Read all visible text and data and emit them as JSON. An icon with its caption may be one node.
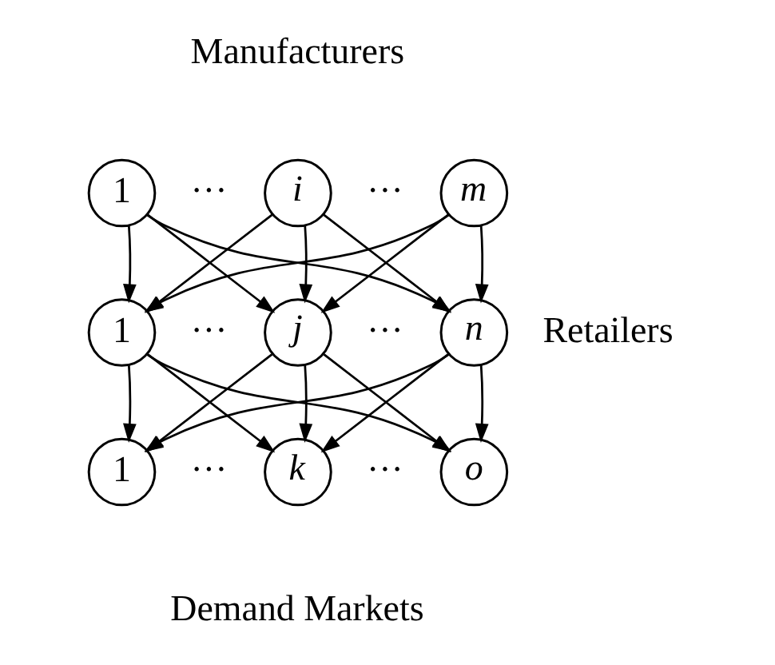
{
  "diagram": {
    "nodes": [
      {
        "text": [
          "1"
        ]
      },
      {
        "text": [
          "i"
        ]
      },
      {
        "text": [
          "m"
        ]
      },
      {
        "text": [
          "1"
        ]
      },
      {
        "text": [
          "j"
        ]
      },
      {
        "text": [
          "n"
        ]
      },
      {
        "text": [
          "1"
        ]
      },
      {
        "text": [
          "k"
        ]
      },
      {
        "text": [
          "o"
        ]
      }
    ],
    "edges": [
      {
        "from": 0,
        "to": 3,
        "arrow": "to"
      },
      {
        "from": 0,
        "to": 4,
        "arrow": "to"
      },
      {
        "from": 0,
        "to": 5,
        "arrow": "to"
      },
      {
        "from": 1,
        "to": 3,
        "arrow": "to"
      },
      {
        "from": 1,
        "to": 4,
        "arrow": "to"
      },
      {
        "from": 1,
        "to": 5,
        "arrow": "to"
      },
      {
        "from": 2,
        "to": 3,
        "arrow": "to"
      },
      {
        "from": 2,
        "to": 4,
        "arrow": "to"
      },
      {
        "from": 2,
        "to": 5,
        "arrow": "to"
      },
      {
        "from": 3,
        "to": 6,
        "arrow": "to"
      },
      {
        "from": 3,
        "to": 7,
        "arrow": "to"
      },
      {
        "from": 3,
        "to": 8,
        "arrow": "to"
      },
      {
        "from": 4,
        "to": 6,
        "arrow": "to"
      },
      {
        "from": 4,
        "to": 7,
        "arrow": "to"
      },
      {
        "from": 4,
        "to": 8,
        "arrow": "to"
      },
      {
        "from": 5,
        "to": 6,
        "arrow": "to"
      },
      {
        "from": 5,
        "to": 7,
        "arrow": "to"
      },
      {
        "from": 5,
        "to": 8,
        "arrow": "to"
      }
    ],
    "labels": [
      "Manufacturers",
      "···",
      "···",
      "···",
      "···",
      "Retailers",
      "···",
      "···",
      "Demand Markets"
    ]
  }
}
